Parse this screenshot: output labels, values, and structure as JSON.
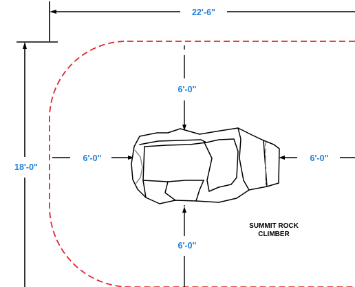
{
  "dimensions": {
    "overall_width": "22'-6\"",
    "overall_depth": "18'-0\"",
    "clearance_top": "6'-0\"",
    "clearance_bottom": "6'-0\"",
    "clearance_left": "6'-0\"",
    "clearance_right": "6'-0\""
  },
  "product_label": {
    "line1": "SUMMIT ROCK",
    "line2": "CLIMBER"
  },
  "colors": {
    "safety_zone": "#e0242b",
    "dimension_text": "#1f7fd6",
    "linework": "#000000"
  }
}
